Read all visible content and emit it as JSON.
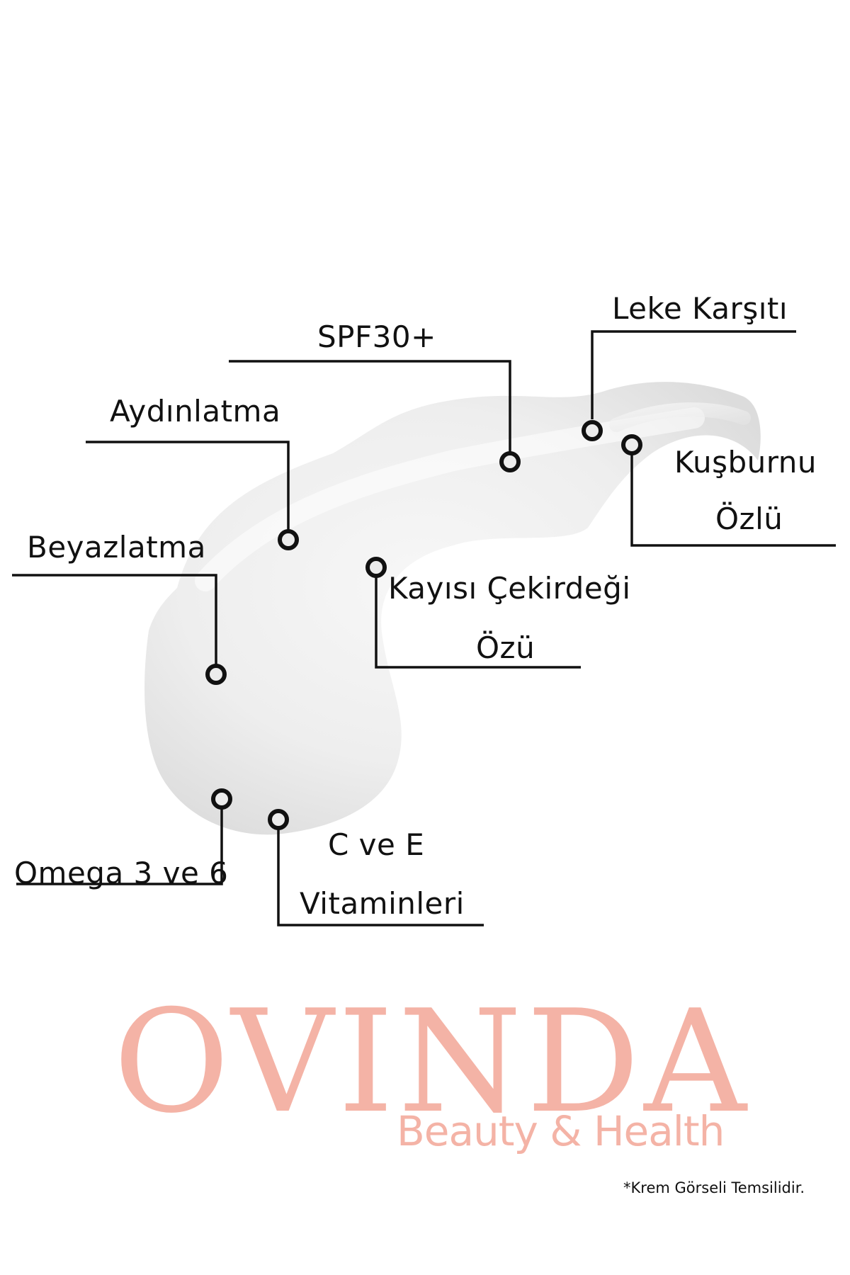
{
  "diagram": {
    "subject": "cream-swirl",
    "callouts": [
      {
        "id": "spf",
        "lines": [
          "SPF30+"
        ]
      },
      {
        "id": "leke",
        "lines": [
          "Leke Karşıtı"
        ]
      },
      {
        "id": "aydinlatma",
        "lines": [
          "Aydınlatma"
        ]
      },
      {
        "id": "kusburnu",
        "lines": [
          "Kuşburnu",
          "Özlü"
        ]
      },
      {
        "id": "beyazlatma",
        "lines": [
          "Beyazlatma"
        ]
      },
      {
        "id": "kayisi",
        "lines": [
          "Kayısı Çekirdeği",
          "Özü"
        ]
      },
      {
        "id": "omega",
        "lines": [
          "Omega 3 ve 6"
        ]
      },
      {
        "id": "vitamin",
        "lines": [
          "C ve E",
          "Vitaminleri"
        ]
      }
    ],
    "line_color": "#111111"
  },
  "brand": {
    "name": "OVINDA",
    "tagline": "Beauty & Health",
    "color": "#f4b3a6"
  },
  "footer": {
    "disclaimer": "*Krem Görseli Temsilidir."
  }
}
